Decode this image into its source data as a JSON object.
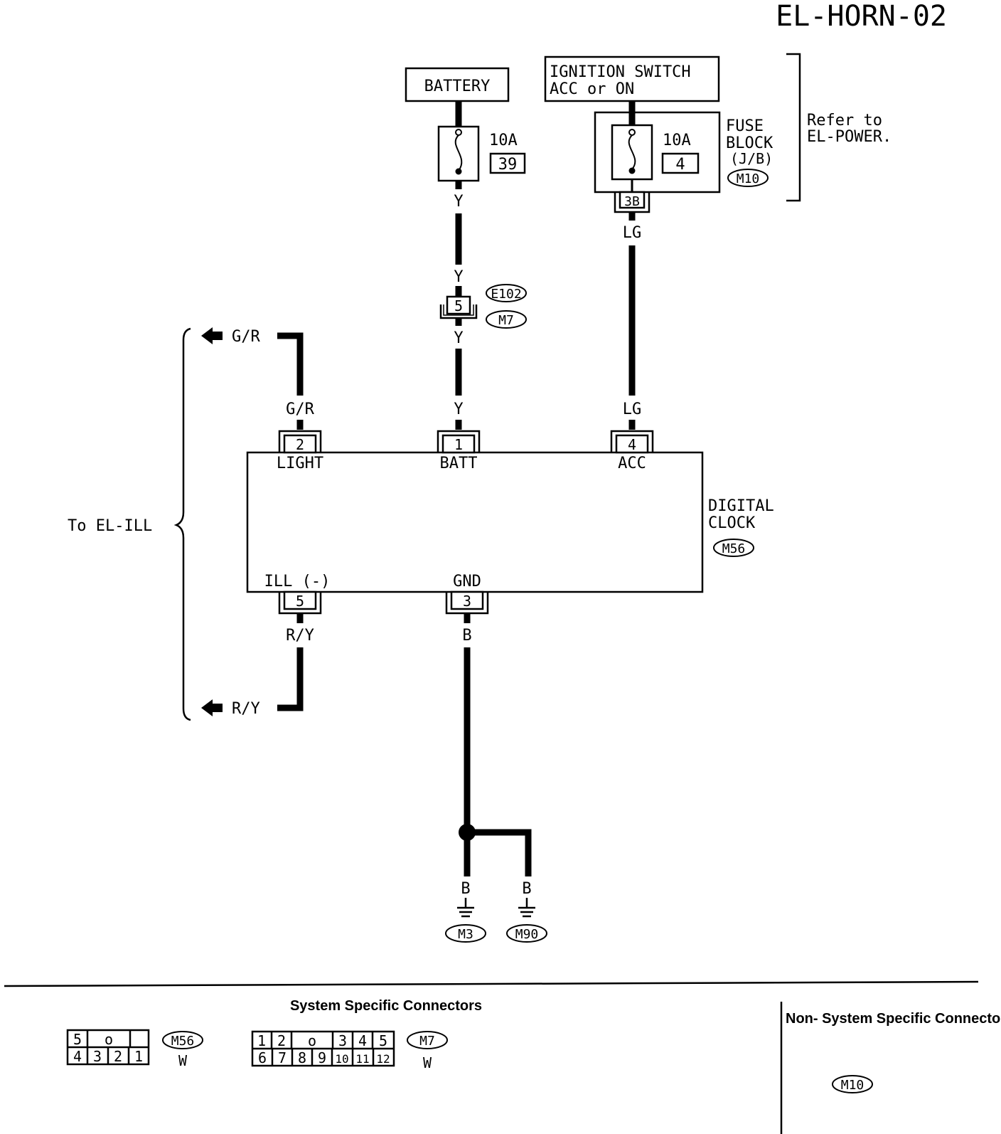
{
  "page_code": "EL-HORN-02",
  "sources": {
    "battery": "BATTERY",
    "ignition_line1": "IGNITION SWITCH",
    "ignition_line2": "ACC or ON"
  },
  "fuses": {
    "f39_rating": "10A",
    "f39_number": "39",
    "f4_rating": "10A",
    "f4_number": "4"
  },
  "fuse_block": {
    "line1": "FUSE",
    "line2": "BLOCK",
    "line3": "(J/B)",
    "connector": "M10",
    "terminal": "3B"
  },
  "refer": {
    "line1": "Refer to",
    "line2": "EL-POWER."
  },
  "inline_connector": {
    "pin": "5",
    "connector_a": "E102",
    "connector_b": "M7"
  },
  "wires": {
    "y1": "Y",
    "y2": "Y",
    "y3": "Y",
    "y4": "Y",
    "lg1": "LG",
    "lg2": "LG",
    "gr_arrow": "G/R",
    "gr_pin": "G/R",
    "ry_pin": "R/Y",
    "ry_arrow": "R/Y",
    "b_main": "B",
    "b_m3": "B",
    "b_m90": "B"
  },
  "to_ill": "To EL-ILL",
  "clock": {
    "name_line1": "DIGITAL",
    "name_line2": "CLOCK",
    "connector": "M56",
    "pins": {
      "light_num": "2",
      "light_label": "LIGHT",
      "batt_num": "1",
      "batt_label": "BATT",
      "acc_num": "4",
      "acc_label": "ACC",
      "ill_num": "5",
      "ill_label": "ILL (-)",
      "gnd_num": "3",
      "gnd_label": "GND"
    }
  },
  "grounds": {
    "g1": "M3",
    "g2": "M90"
  },
  "connector_section": {
    "system_title": "System Specific Connectors",
    "nonsystem_title": "Non- System Specific Connectors",
    "m56": {
      "id": "M56",
      "color": "W",
      "top_row": [
        "5",
        "o",
        ""
      ],
      "bottom_row": [
        "4",
        "3",
        "2",
        "1"
      ]
    },
    "m7": {
      "id": "M7",
      "color": "W",
      "top_row": [
        "1",
        "2",
        "o",
        "3",
        "4",
        "5"
      ],
      "bottom_row": [
        "6",
        "7",
        "8",
        "9",
        "10",
        "11",
        "12"
      ]
    },
    "nonsystem_connector": "M10"
  }
}
